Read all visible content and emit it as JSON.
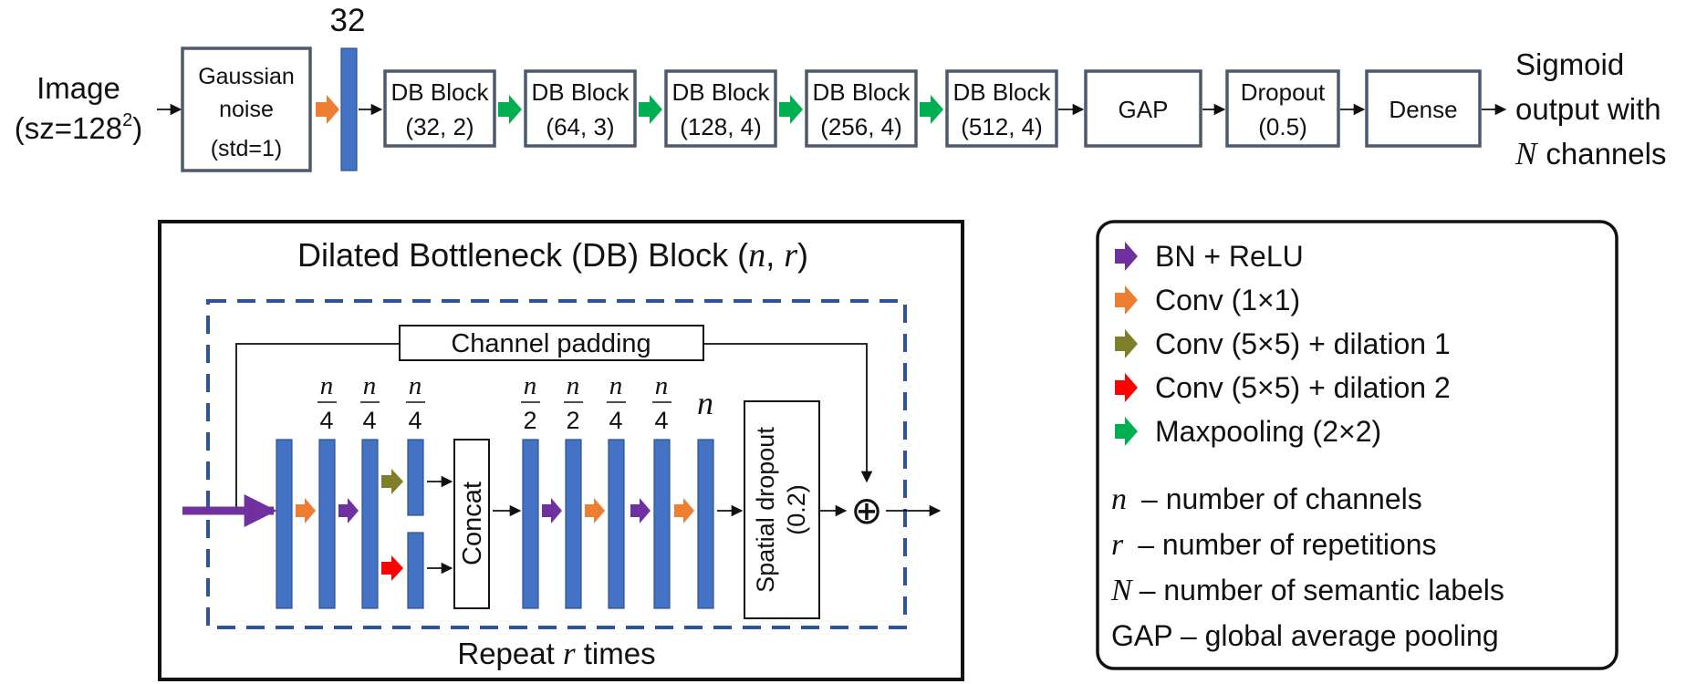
{
  "pipeline": {
    "input_line1": "Image",
    "input_line2_prefix": "(sz=128",
    "input_line2_sup": "2",
    "input_line2_suffix": ")",
    "noise": [
      "Gaussian",
      "noise",
      "(std=1)"
    ],
    "channels_label": "32",
    "db_blocks": [
      {
        "title": "DB Block",
        "params": "(32, 2)"
      },
      {
        "title": "DB Block",
        "params": "(64, 3)"
      },
      {
        "title": "DB Block",
        "params": "(128, 4)"
      },
      {
        "title": "DB Block",
        "params": "(256, 4)"
      },
      {
        "title": "DB Block",
        "params": "(512, 4)"
      }
    ],
    "gap": "GAP",
    "dropout": [
      "Dropout",
      "(0.5)"
    ],
    "dense": "Dense",
    "output_line1": "Sigmoid",
    "output_line2": "output with",
    "output_line3_var": "N",
    "output_line3_text": "channels"
  },
  "db_detail": {
    "title_text": "Dilated Bottleneck (DB) Block (",
    "title_n": "n",
    "title_sep": ", ",
    "title_r": "r",
    "title_close": ")",
    "channel_padding": "Channel padding",
    "concat": "Concat",
    "spatial_dropout_line1": "Spatial dropout",
    "spatial_dropout_line2": "(0.2)",
    "add_symbol": "⊕",
    "repeat_prefix": "Repeat ",
    "repeat_var": "r",
    "repeat_suffix": " times",
    "fractions": [
      {
        "num": "n",
        "den": "4"
      },
      {
        "num": "n",
        "den": "4"
      },
      {
        "num": "n",
        "den": "4"
      },
      {
        "num": "n",
        "den": "2"
      },
      {
        "num": "n",
        "den": "2"
      },
      {
        "num": "n",
        "den": "4"
      },
      {
        "num": "n",
        "den": "4"
      }
    ],
    "final_channels": "n"
  },
  "legend": {
    "items": [
      {
        "color": "#7030a0",
        "label": "BN + ReLU"
      },
      {
        "color": "#ed7d31",
        "label": "Conv (1×1)"
      },
      {
        "color": "#7f7f2a",
        "label": "Conv (5×5) + dilation 1"
      },
      {
        "color": "#ff0000",
        "label": "Conv (5×5) + dilation 2"
      },
      {
        "color": "#00b050",
        "label": "Maxpooling (2×2)"
      }
    ],
    "definitions": [
      {
        "sym": "n",
        "text": "– number of channels"
      },
      {
        "sym": "r",
        "text": "– number of repetitions"
      },
      {
        "sym": "N",
        "text": "– number of semantic labels"
      },
      {
        "sym": "",
        "text": "GAP – global average pooling"
      }
    ]
  },
  "colors": {
    "bn_relu": "#7030a0",
    "conv1x1": "#ed7d31",
    "conv5x5_d1": "#7f7f2a",
    "conv5x5_d2": "#ff0000",
    "maxpool": "#00b050",
    "feature_bar": "#4472c4",
    "box_border": "#4d5a6b",
    "dashed_border": "#2f5496"
  }
}
